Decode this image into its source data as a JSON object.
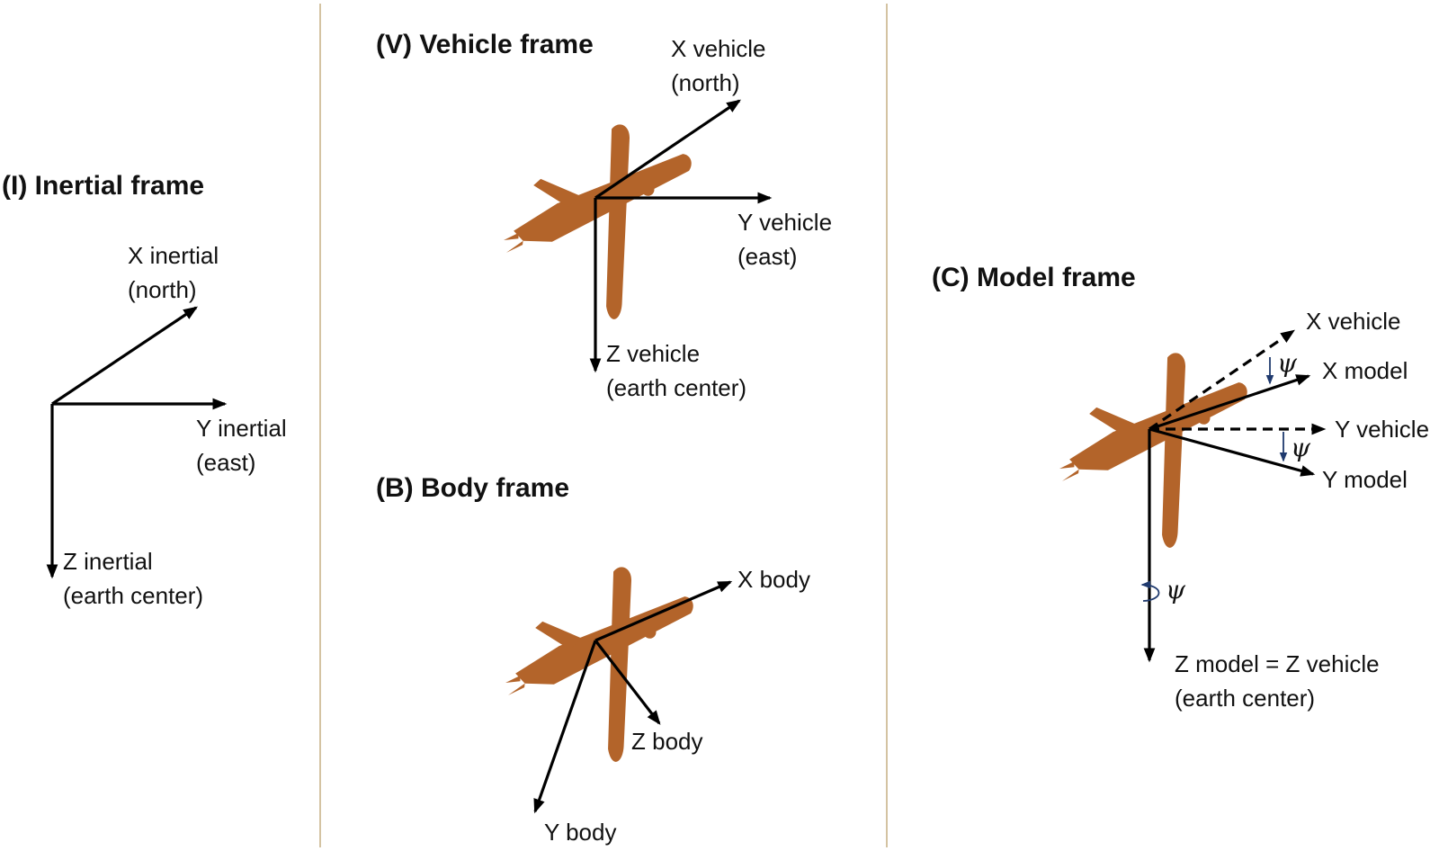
{
  "colors": {
    "airplane": "#b3642a",
    "divider": "#c9b48a",
    "axis": "#000000",
    "rotation_marker": "#1f3a6e"
  },
  "panels": {
    "inertial": {
      "title": "(I) Inertial frame",
      "x_axis": [
        "X inertial",
        "(north)"
      ],
      "y_axis": [
        "Y inertial",
        "(east)"
      ],
      "z_axis": [
        "Z inertial",
        "(earth center)"
      ]
    },
    "vehicle": {
      "title": "(V) Vehicle frame",
      "x_axis": [
        "X vehicle",
        "(north)"
      ],
      "y_axis": [
        "Y vehicle",
        "(east)"
      ],
      "z_axis": [
        "Z vehicle",
        "(earth center)"
      ]
    },
    "body": {
      "title": "(B) Body frame",
      "x_axis": "X body",
      "y_axis": "Y body",
      "z_axis": "Z body"
    },
    "model": {
      "title": "(C) Model frame",
      "x_vehicle": "X vehicle",
      "x_model": "X model",
      "y_vehicle": "Y vehicle",
      "y_model": "Y model",
      "z_axis": [
        "Z model = Z vehicle",
        "(earth center)"
      ],
      "angle_symbol": "ψ"
    }
  }
}
